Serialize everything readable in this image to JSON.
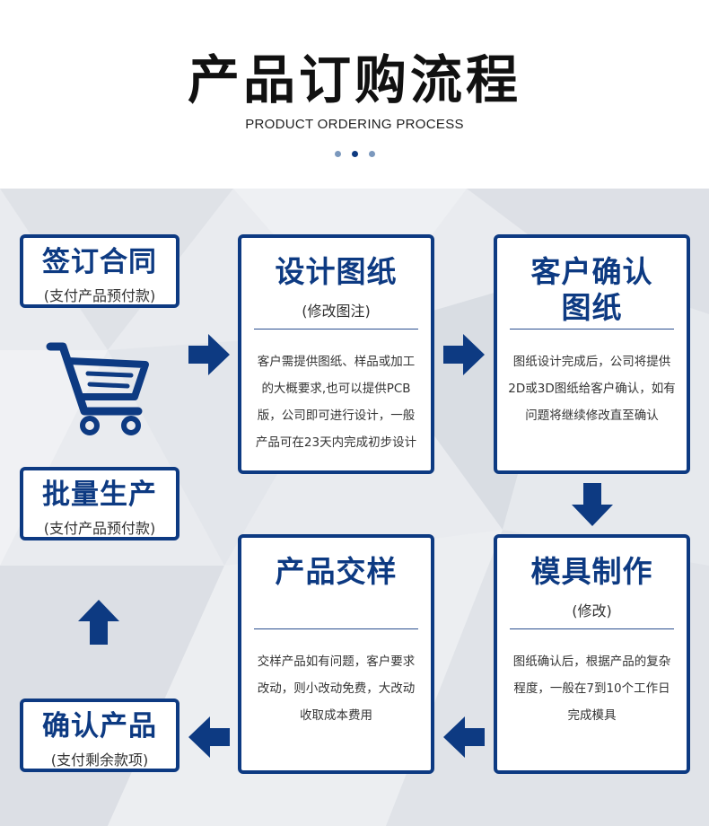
{
  "header": {
    "title": "产品订购流程",
    "subtitle": "PRODUCT ORDERING PROCESS"
  },
  "colors": {
    "primary": "#0d3a82",
    "dot_inactive": "#7b98bd",
    "background": "#e9ebef"
  },
  "left_column": {
    "sign": {
      "title": "签订合同",
      "note": "(支付产品预付款)"
    },
    "cart_icon": "shopping-cart-icon",
    "mass": {
      "title": "批量生产",
      "note": "(支付产品预付款)"
    },
    "confirm": {
      "title": "确认产品",
      "note": "(支付剩余款项)"
    }
  },
  "steps": {
    "design": {
      "title": "设计图纸",
      "note": "(修改图注)",
      "lines": [
        "客户需提供图纸、样品或加工",
        "的大概要求,也可以提供PCB",
        "版，公司即可进行设计，一般",
        "产品可在23天内完成初步设计"
      ]
    },
    "customer": {
      "title_line1": "客户确认",
      "title_line2": "图纸",
      "lines": [
        "图纸设计完成后，公司将提供",
        "2D或3D图纸给客户确认，如有",
        "问题将继续修改直至确认"
      ]
    },
    "mold": {
      "title": "模具制作",
      "note": "(修改)",
      "lines": [
        "图纸确认后，根据产品的复杂",
        "程度，一般在7到10个工作日",
        "完成模具"
      ]
    },
    "sample": {
      "title": "产品交样",
      "lines": [
        "交样产品如有问题，客户要求",
        "改动，则小改动免费，大改动",
        "收取成本费用"
      ]
    }
  }
}
